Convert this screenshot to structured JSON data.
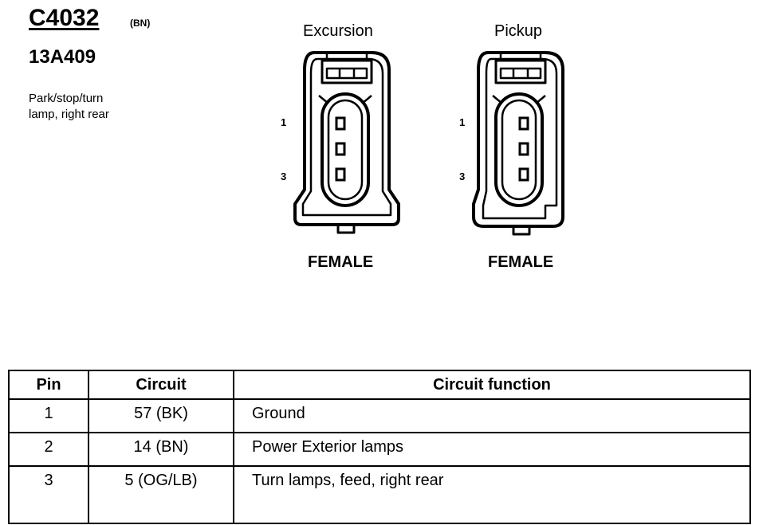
{
  "connector": {
    "id": "C4032",
    "color_code": "(BN)",
    "part_number": "13A409",
    "description_line1": "Park/stop/turn",
    "description_line2": "lamp, right rear"
  },
  "views": [
    {
      "title": "Excursion",
      "gender": "FEMALE",
      "pin_top": "1",
      "pin_bottom": "3"
    },
    {
      "title": "Pickup",
      "gender": "FEMALE",
      "pin_top": "1",
      "pin_bottom": "3"
    }
  ],
  "table": {
    "headers": {
      "pin": "Pin",
      "circuit": "Circuit",
      "function": "Circuit function"
    },
    "rows": [
      {
        "pin": "1",
        "circuit": "57 (BK)",
        "function": "Ground"
      },
      {
        "pin": "2",
        "circuit": "14 (BN)",
        "function": "Power Exterior lamps"
      },
      {
        "pin": "3",
        "circuit": "5 (OG/LB)",
        "function": "Turn lamps, feed, right rear"
      }
    ]
  }
}
